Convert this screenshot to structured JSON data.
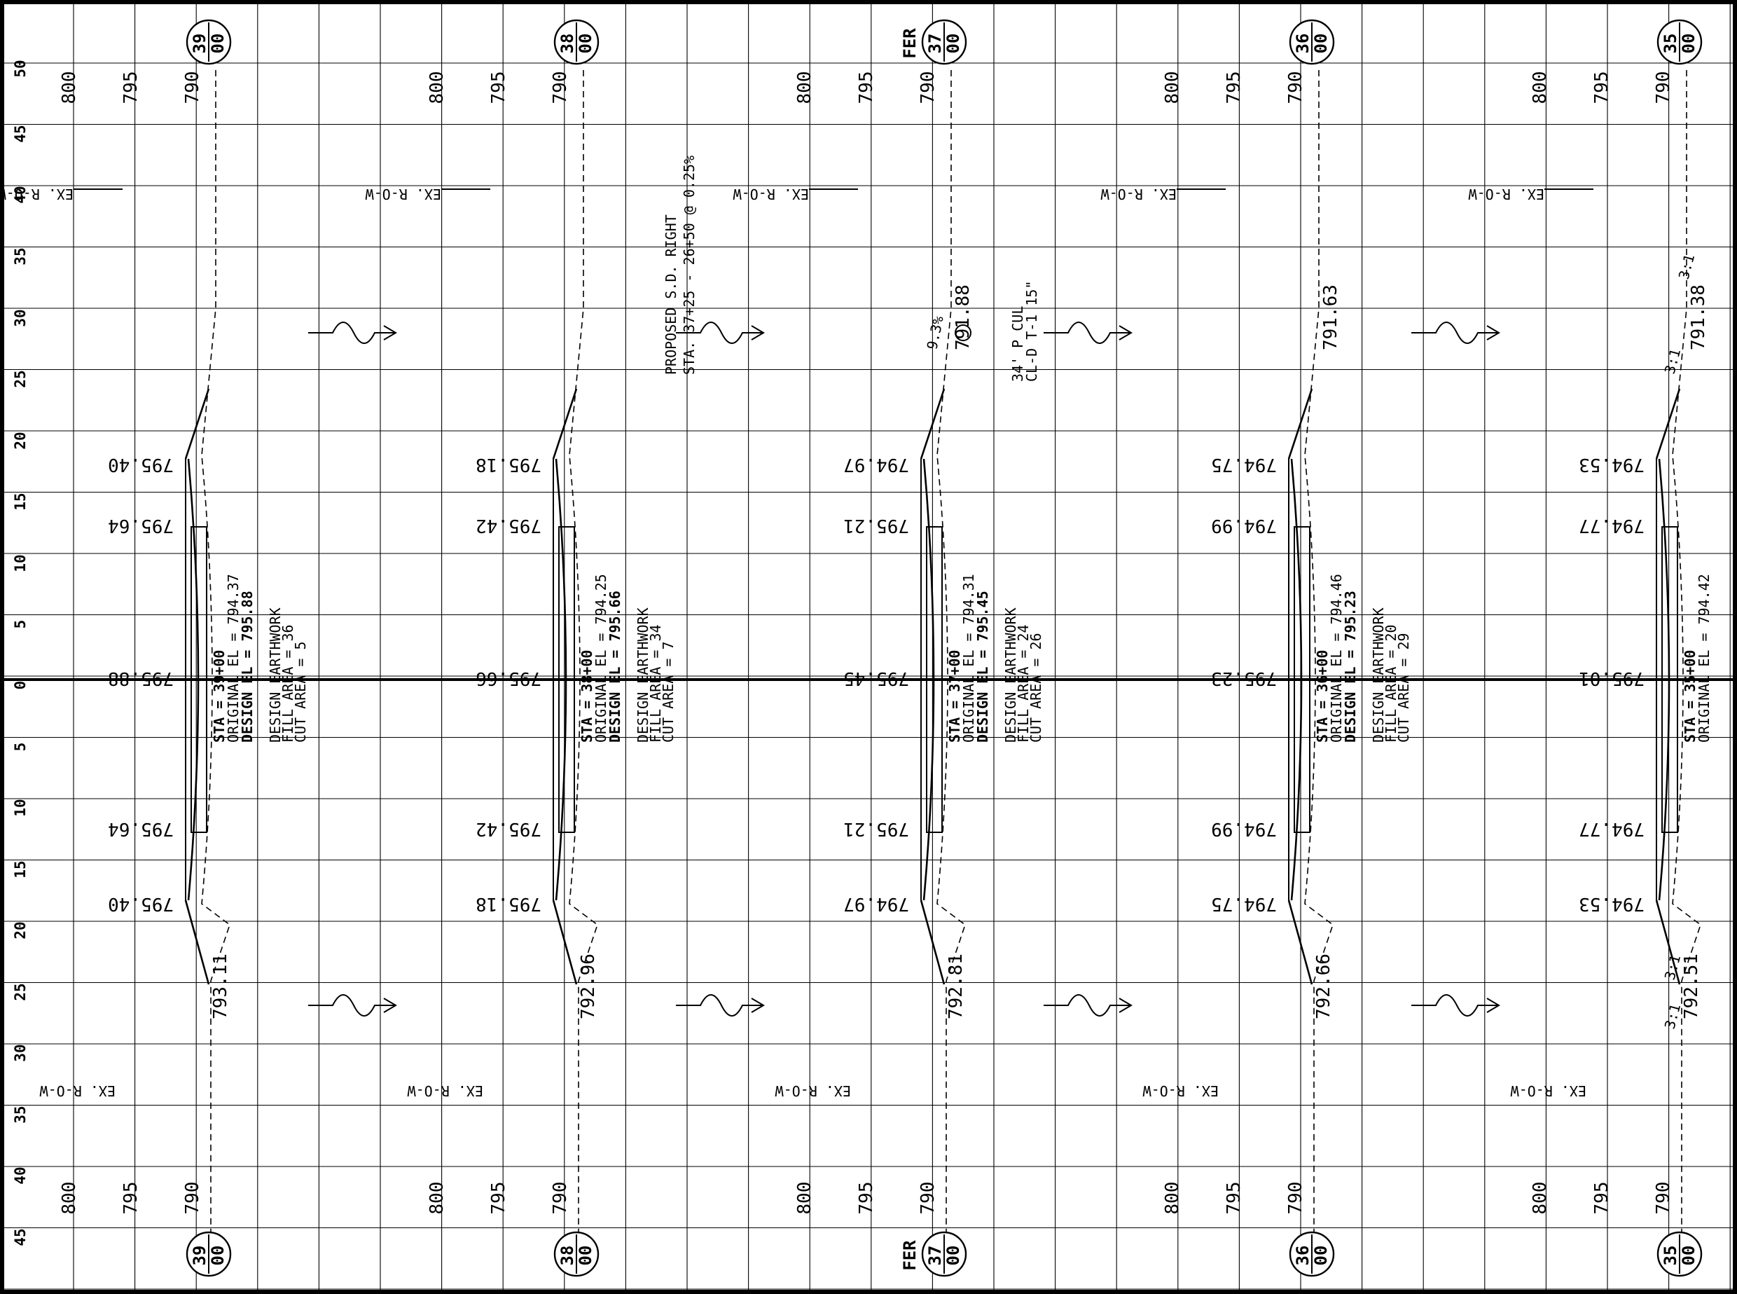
{
  "drawing": {
    "offset_ticks": [
      "50",
      "45",
      "40",
      "35",
      "30",
      "25",
      "20",
      "15",
      "10",
      "5",
      "0",
      "5",
      "10",
      "15",
      "20",
      "25",
      "30",
      "35",
      "40",
      "45"
    ],
    "row_labels": {
      "row_label": "EX. R-O-W",
      "elev_scale": [
        "800",
        "795",
        "790"
      ]
    },
    "sections": [
      {
        "station": "39+00",
        "bubble_top": "39",
        "bubble_bottom": "00",
        "fer": "",
        "lt_ground_elev": "793.11",
        "lt_edge": "795.40",
        "lt_pave": "795.64",
        "center": "795.88",
        "rt_pave": "795.64",
        "rt_edge": "795.40",
        "rt_ground_elev": "",
        "sta_label": "STA = 39+00",
        "orig_el": "ORIGINAL EL = 794.37",
        "design_el": "DESIGN EL = 795.88",
        "earthwork": "DESIGN EARTHWORK",
        "fill": "FILL AREA = 36",
        "cut": "CUT AREA = 5"
      },
      {
        "station": "38+00",
        "bubble_top": "38",
        "bubble_bottom": "00",
        "fer": "",
        "lt_ground_elev": "792.96",
        "lt_edge": "795.18",
        "lt_pave": "795.42",
        "center": "795.66",
        "rt_pave": "795.42",
        "rt_edge": "795.18",
        "rt_ground_elev": "",
        "sta_label": "STA = 38+00",
        "orig_el": "ORIGINAL EL = 794.25",
        "design_el": "DESIGN EL = 795.66",
        "earthwork": "DESIGN EARTHWORK",
        "fill": "FILL AREA = 34",
        "cut": "CUT AREA = 7"
      },
      {
        "station": "37+00",
        "bubble_top": "37",
        "bubble_bottom": "00",
        "fer": "FER",
        "lt_ground_elev": "792.81",
        "lt_edge": "794.97",
        "lt_pave": "795.21",
        "center": "795.45",
        "rt_pave": "795.21",
        "rt_edge": "794.97",
        "rt_ground_elev": "791.88",
        "sta_label": "STA = 37+00",
        "orig_el": "ORIGINAL EL = 794.31",
        "design_el": "DESIGN EL = 795.45",
        "earthwork": "DESIGN EARTHWORK",
        "fill": "FILL AREA = 24",
        "cut": "CUT AREA = 26",
        "slope": "9.3%",
        "culvert_1": "34' P CUL",
        "culvert_2": "CL-D T-1 15\""
      },
      {
        "station": "36+00",
        "bubble_top": "36",
        "bubble_bottom": "00",
        "fer": "",
        "lt_ground_elev": "792.66",
        "lt_edge": "794.75",
        "lt_pave": "794.99",
        "center": "795.23",
        "rt_pave": "794.99",
        "rt_edge": "794.75",
        "rt_ground_elev": "791.63",
        "sta_label": "STA = 36+00",
        "orig_el": "ORIGINAL EL = 794.46",
        "design_el": "DESIGN EL = 795.23",
        "earthwork": "DESIGN EARTHWORK",
        "fill": "FILL AREA = 20",
        "cut": "CUT AREA = 29"
      },
      {
        "station": "35+00",
        "bubble_top": "35",
        "bubble_bottom": "00",
        "fer": "",
        "lt_ground_elev": "792.51",
        "lt_edge": "794.53",
        "lt_pave": "794.77",
        "center": "795.01",
        "rt_pave": "794.77",
        "rt_edge": "794.53",
        "rt_ground_elev": "791.38",
        "sta_label": "STA = 35+00",
        "orig_el": "ORIGINAL EL = 794.42",
        "design_el": "",
        "earthwork": "",
        "fill": "",
        "cut": "",
        "slope_a": "3:1",
        "slope_b": "3:1"
      }
    ],
    "proposed_note_1": "PROPOSED S.D. RIGHT",
    "proposed_note_2": "STA. 37+25 - 26+50 @ 0.25%"
  }
}
